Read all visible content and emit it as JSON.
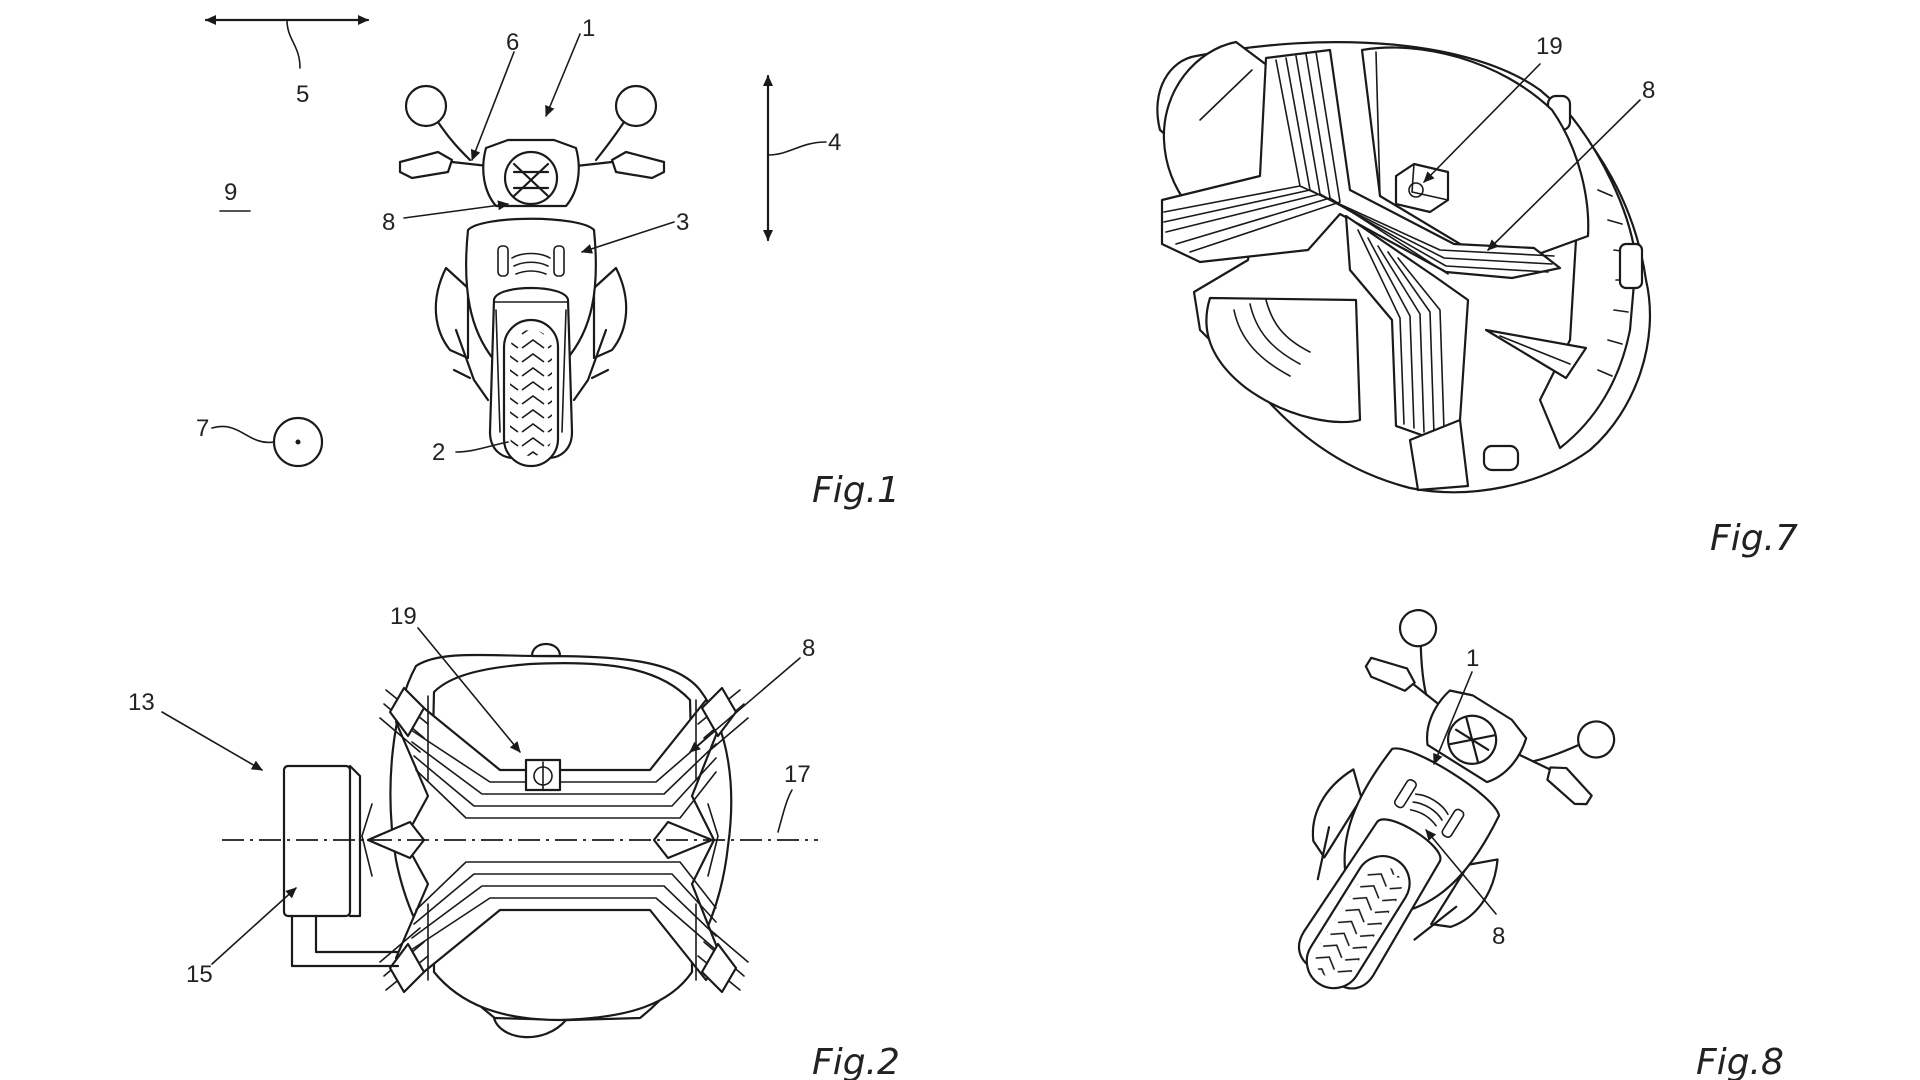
{
  "figures": {
    "fig1": {
      "title": "Fig.1",
      "refs": {
        "r1": "1",
        "r2": "2",
        "r3": "3",
        "r4": "4",
        "r5": "5",
        "r6": "6",
        "r7": "7",
        "r8": "8",
        "r9": "9"
      }
    },
    "fig2": {
      "title": "Fig.2",
      "refs": {
        "r8": "8",
        "r13": "13",
        "r15": "15",
        "r17": "17",
        "r19": "19"
      }
    },
    "fig7": {
      "title": "Fig.7",
      "refs": {
        "r8": "8",
        "r19": "19"
      }
    },
    "fig8": {
      "title": "Fig.8",
      "refs": {
        "r1": "1",
        "r8": "8"
      }
    }
  }
}
